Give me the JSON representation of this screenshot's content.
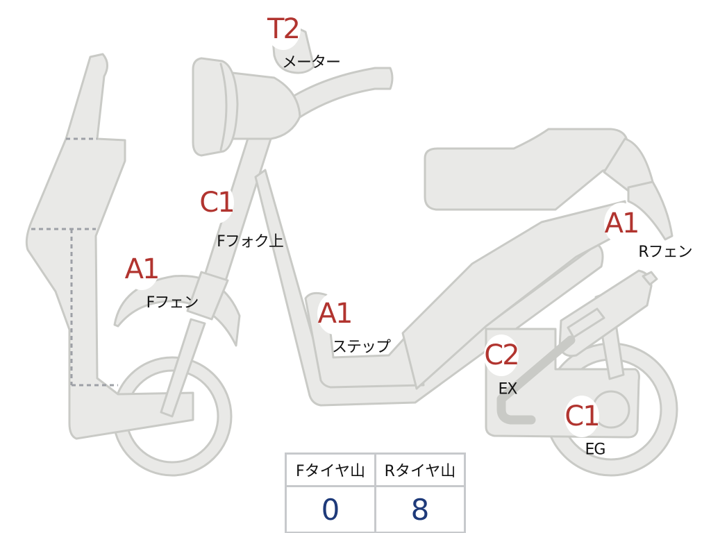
{
  "diagram": {
    "colors": {
      "body_fill": "#e9e9e7",
      "body_stroke": "#c9cac6",
      "grade_text": "#b1342f",
      "value_text": "#1e3a7a",
      "label_text": "#111111"
    },
    "markers": [
      {
        "id": "meter",
        "grade": "T2",
        "label": "メーター"
      },
      {
        "id": "front-fork-upper",
        "grade": "C1",
        "label": "Fフォク上"
      },
      {
        "id": "front-fender",
        "grade": "A1",
        "label": "Fフェン"
      },
      {
        "id": "step",
        "grade": "A1",
        "label": "ステップ"
      },
      {
        "id": "rear-fender",
        "grade": "A1",
        "label": "Rフェン"
      },
      {
        "id": "exhaust",
        "grade": "C2",
        "label": "EX"
      },
      {
        "id": "engine",
        "grade": "C1",
        "label": "EG"
      }
    ]
  },
  "tire_table": {
    "headers": [
      "Fタイヤ山",
      "Rタイヤ山"
    ],
    "values": [
      "0",
      "8"
    ]
  }
}
